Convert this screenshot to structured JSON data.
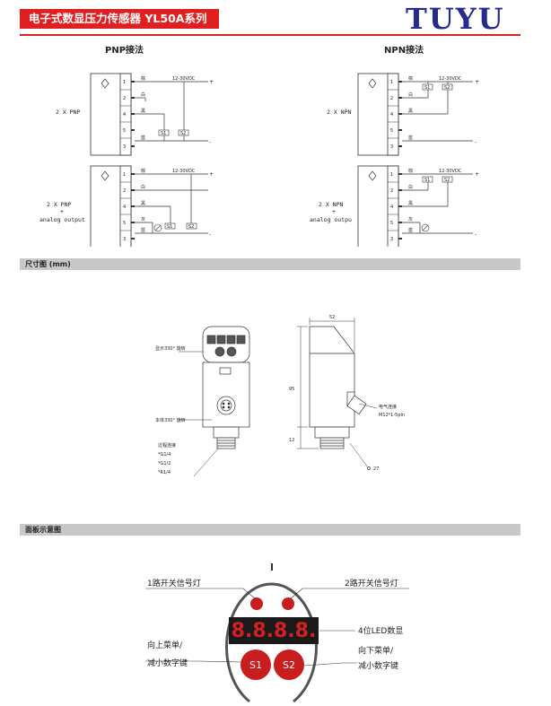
{
  "header": {
    "title": "电子式数显压力传感器 YL50A系列",
    "logo": "TUYU",
    "brand_color": "#e02020",
    "logo_color": "#262c8a"
  },
  "wiring": {
    "pnp_title": "PNP接法",
    "npn_title": "NPN接法",
    "pins": [
      "1",
      "2",
      "4",
      "5",
      "3"
    ],
    "wire_colors": {
      "brown": "棕",
      "white": "白",
      "black": "黑",
      "grey": "灰",
      "blue": "蓝"
    },
    "supply": "12-30VDC",
    "plus": "+",
    "minus": "-",
    "s1": "S1",
    "s2": "S2",
    "pnp_label": "2 X PNP",
    "npn_label": "2 X NPN",
    "plus_mark": "+",
    "analog_pnp": "analog output",
    "analog_npn": "analog outpu"
  },
  "dimensions": {
    "section_title": "尺寸图 (mm)",
    "display_rotation": "显示330° 旋转",
    "body_rotation": "本体330° 旋转",
    "process_connection": "过程连接",
    "thread_1": "*G1/4",
    "thread_2": "*G1/2",
    "thread_3": "*R1/4",
    "width": "52",
    "height": "95",
    "thread_len": "12",
    "hex": "27",
    "electrical_connection": "电气连接",
    "connector_spec": "M12*1-5pin"
  },
  "panel": {
    "section_title": "面板示意图",
    "led1_label": "1路开关信号灯",
    "led2_label": "2路开关信号灯",
    "display_label": "4位LED数显",
    "display_value": "8.8.8.8.",
    "s1_label": "S1",
    "s2_label": "S2",
    "up_label_1": "向上菜单/",
    "up_label_2": "减小数字键",
    "down_label_1": "向下菜单/",
    "down_label_2": "减小数字键"
  }
}
